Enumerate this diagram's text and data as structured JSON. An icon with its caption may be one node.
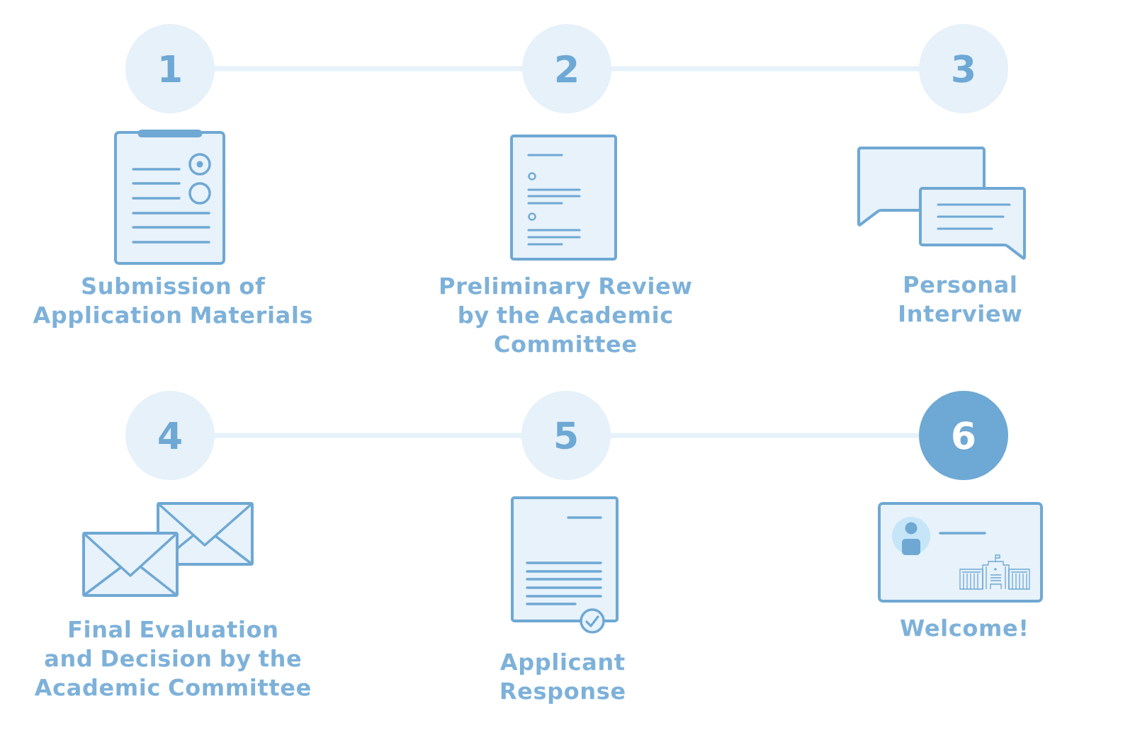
{
  "diagram": {
    "nodes": [
      {
        "text": [
          "1"
        ]
      },
      {
        "text": [
          "2"
        ]
      },
      {
        "text": [
          "3"
        ]
      },
      {
        "text": [
          "4"
        ]
      },
      {
        "text": [
          "5"
        ]
      },
      {
        "text": [
          "6"
        ]
      }
    ],
    "edges": [
      {
        "from": 0,
        "to": 1,
        "arrow": "none"
      },
      {
        "from": 1,
        "to": 2,
        "arrow": "none"
      },
      {
        "from": 3,
        "to": 4,
        "arrow": "none"
      },
      {
        "from": 4,
        "to": 5,
        "arrow": "none"
      }
    ],
    "labels": [
      "Submission of Application Materials",
      "Preliminary Review by the Academic Committee",
      "Personal Interview",
      "Final Evaluation and Decision by the Academic Committee",
      "Applicant Response",
      "Welcome!"
    ]
  }
}
